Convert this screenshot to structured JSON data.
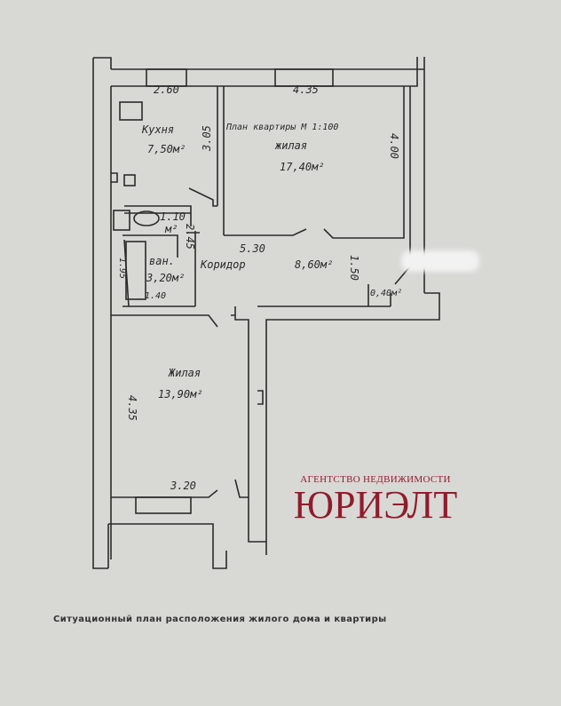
{
  "plan": {
    "title": "План квартиры  М 1:100",
    "kitchen": {
      "label": "Кухня",
      "area": "7,50м²",
      "width": "2.60",
      "depth": "3.05"
    },
    "living_big": {
      "label": "жилая",
      "area": "17,40м²",
      "width": "4.35",
      "depth": "4.00"
    },
    "toilet": {
      "area": "1.10",
      "unit": "м²",
      "depth": "2.45"
    },
    "bath": {
      "label": "ван.",
      "area": "3,20м²",
      "width": "1.40",
      "depth": "1.95"
    },
    "corridor": {
      "label": "Коридор",
      "area": "8,60м²",
      "length": "5.30",
      "width": "1.50"
    },
    "closet": {
      "area": "0,40м²"
    },
    "living_small": {
      "label": "Жилая",
      "area": "13,90м²",
      "depth": "4.35",
      "width": "3.20"
    }
  },
  "watermark": {
    "line1": "АГЕНТСТВО НЕДВИЖИМОСТИ",
    "line2": "ЮРИЭЛТ",
    "color": "#8e1d2c"
  },
  "caption": "Ситуационный план расположения жилого дома и квартиры"
}
